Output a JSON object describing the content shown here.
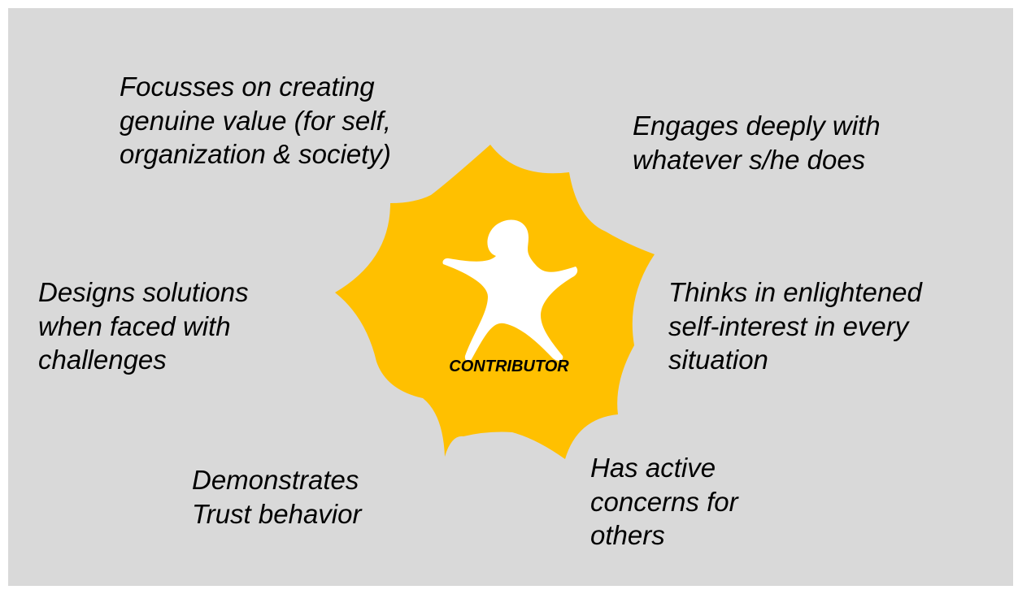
{
  "center": {
    "label": "CONTRIBUTOR",
    "figure_icon": "person-figure-icon",
    "burst_color": "#FFC000",
    "figure_color": "#FFFFFF"
  },
  "background_color": "#D9D9D9",
  "traits": {
    "top_left": [
      "Focusses on creating",
      "genuine value (for self,",
      "organization & society)"
    ],
    "top_right": [
      "Engages deeply with",
      "whatever s/he does"
    ],
    "left": [
      "Designs solutions",
      "when faced with",
      "challenges"
    ],
    "right": [
      "Thinks in enlightened",
      "self-interest in every",
      "situation"
    ],
    "bottom_left": [
      "Demonstrates",
      "Trust behavior"
    ],
    "bottom_right": [
      "Has active",
      "concerns for",
      "others"
    ]
  }
}
